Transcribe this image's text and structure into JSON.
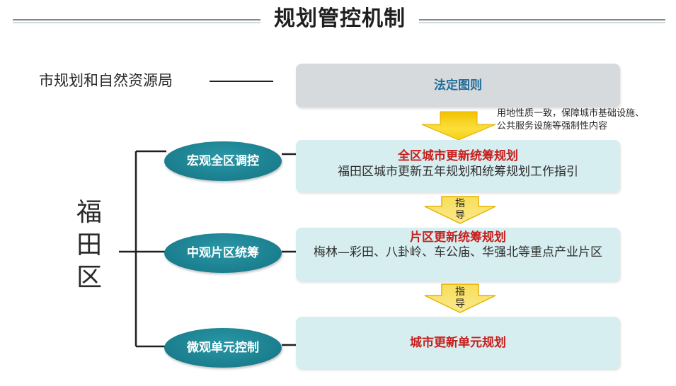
{
  "title": "规划管控机制",
  "authority": "市规划和自然资源局",
  "top_box": {
    "label": "法定图则"
  },
  "note": "用地性质一致，保障城市基础设施、公共服务设施等强制性内容",
  "district": "福田区",
  "levels": [
    {
      "ellipse": "宏观全区调控",
      "title": "全区城市更新统筹规划",
      "sub": "福田区城市更新五年规划和统筹规划工作指引"
    },
    {
      "ellipse": "中观片区统筹",
      "title": "片区更新统筹规划",
      "sub": "梅林—彩田、八卦岭、车公庙、华强北等重点产业片区"
    },
    {
      "ellipse": "微观单元控制",
      "title": "城市更新单元规划",
      "sub": ""
    }
  ],
  "arrows": {
    "guide_label": "指导"
  },
  "colors": {
    "ellipse_fill": "#1a7e8e",
    "cyan_box": "#d7eef0",
    "gray_box": "#d7dadd",
    "title_blue": "#1f6d9a",
    "title_red": "#c7201e",
    "arrow_yellow": "#f7d21c"
  }
}
